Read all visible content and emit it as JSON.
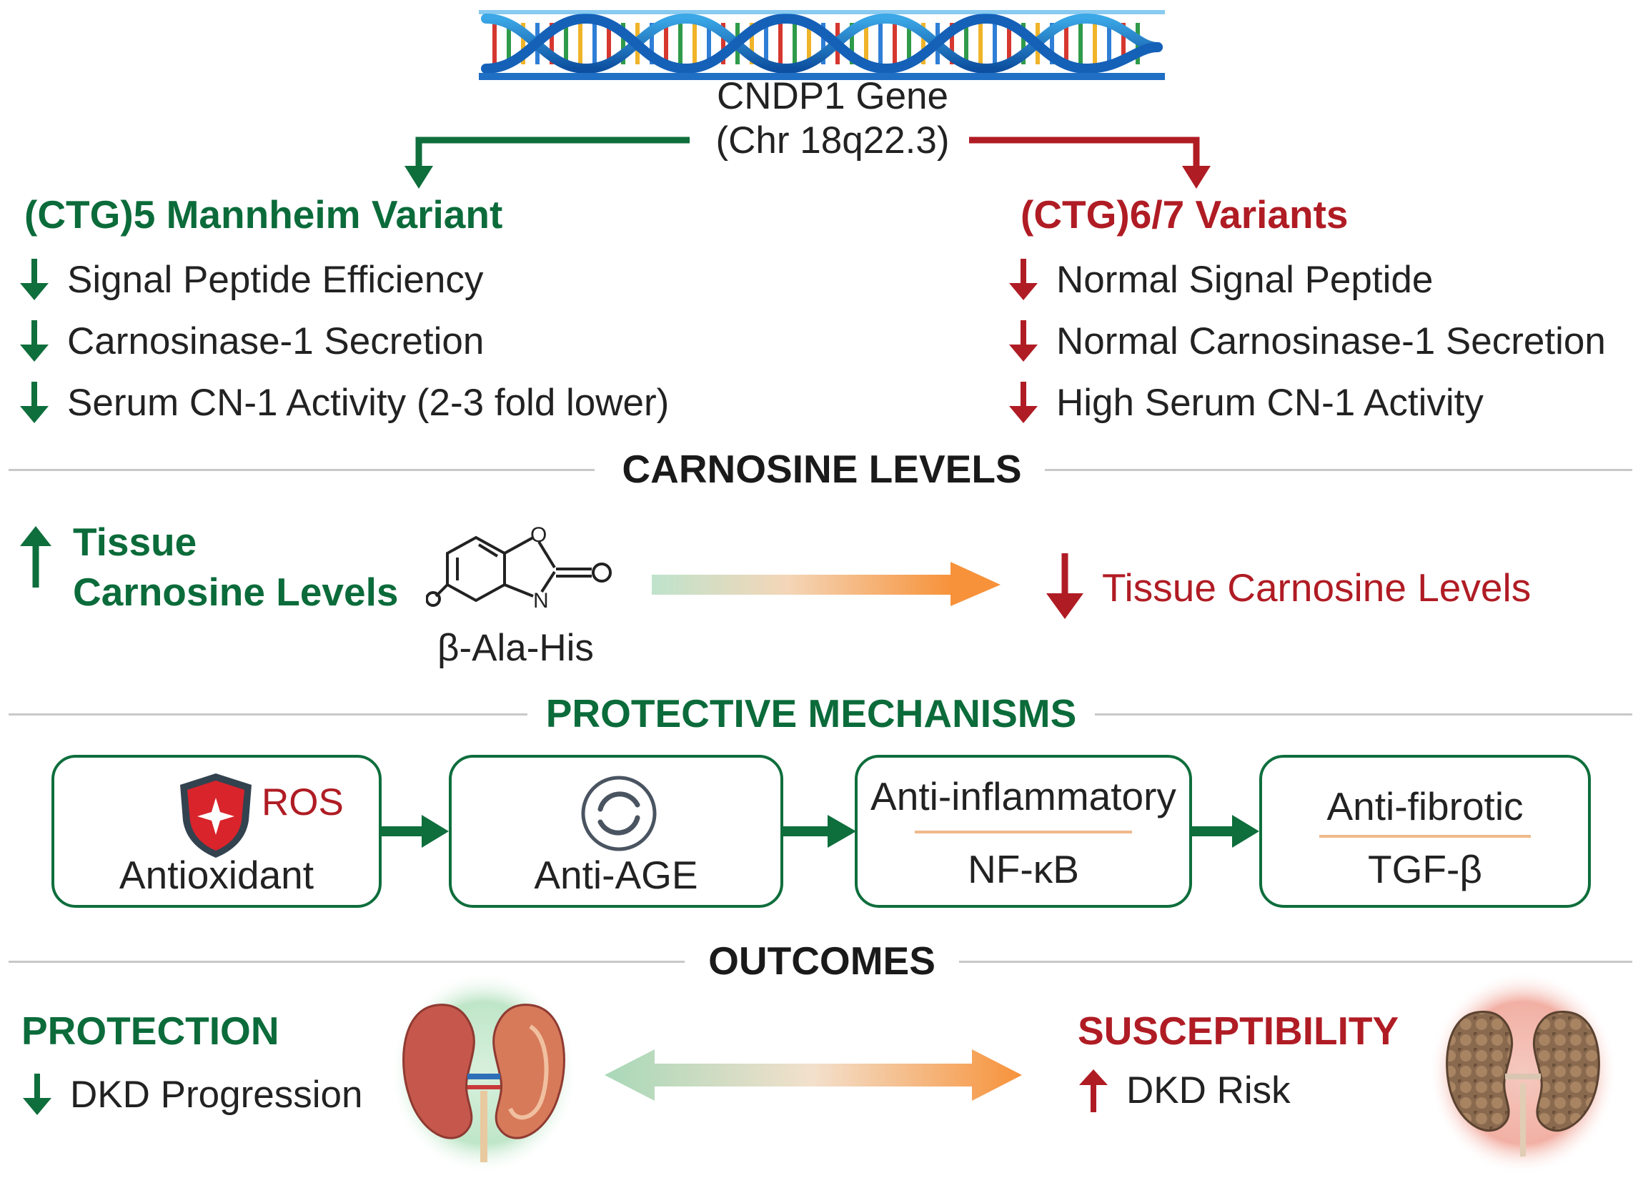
{
  "gene": {
    "name": "CNDP1 Gene",
    "locus": "(Chr 18q22.3)"
  },
  "left_variant": {
    "title": "(CTG)5 Mannheim Variant",
    "items": [
      "Signal Peptide Efficiency",
      "Carnosinase-1 Secretion",
      "Serum CN-1 Activity (2-3 fold lower)"
    ]
  },
  "right_variant": {
    "title": "(CTG)6/7 Variants",
    "items": [
      "Normal Signal Peptide",
      "Normal Carnosinase-1 Secretion",
      "High Serum CN-1 Activity"
    ]
  },
  "carnosine": {
    "section_title": "CARNOSINE LEVELS",
    "left_line1": "Tissue",
    "left_line2": "Carnosine Levels",
    "molecule_label": "β-Ala-His",
    "atom_o": "O",
    "atom_n": "N",
    "right_label": "Tissue Carnosine Levels"
  },
  "mechanisms": {
    "section_title": "PROTECTIVE MECHANISMS",
    "boxes": [
      {
        "tag": "ROS",
        "label": "Antioxidant"
      },
      {
        "label": "Anti-AGE"
      },
      {
        "title": "Anti-inflammatory",
        "label": "NF-κB"
      },
      {
        "title": "Anti-fibrotic",
        "label": "TGF-β"
      }
    ]
  },
  "outcomes": {
    "section_title": "OUTCOMES",
    "left_title": "PROTECTION",
    "left_item": "DKD Progression",
    "right_title": "SUSCEPTIBILITY",
    "right_item": "DKD Risk"
  },
  "colors": {
    "green": "#0b6b3a",
    "red": "#b01c24",
    "orange": "#f7923a",
    "light_green": "#bfe3cc"
  }
}
